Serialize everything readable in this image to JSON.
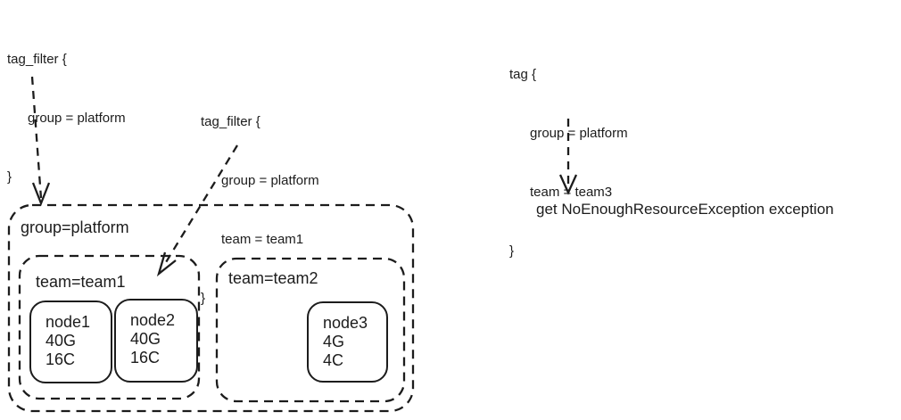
{
  "colors": {
    "ink": "#1c1c1c",
    "background": "#ffffff"
  },
  "code_blocks": {
    "filter_group": {
      "open": "tag_filter {",
      "prop1": "group = platform",
      "close": "}"
    },
    "filter_team1": {
      "open": "tag_filter {",
      "prop1": "group = platform",
      "prop2": "team = team1",
      "close": "}"
    },
    "tag_team3": {
      "open": "tag {",
      "prop1": "group = platform",
      "prop2": "team = team3",
      "close": "}"
    }
  },
  "cluster": {
    "group_label": "group=platform",
    "teams": [
      {
        "label": "team=team1",
        "nodes": [
          {
            "name": "node1",
            "memory": "40G",
            "cpu": "16C"
          },
          {
            "name": "node2",
            "memory": "40G",
            "cpu": "16C"
          }
        ]
      },
      {
        "label": "team=team2",
        "nodes": [
          {
            "name": "node3",
            "memory": "4G",
            "cpu": "4C"
          }
        ]
      }
    ]
  },
  "result": {
    "exception_text": "get NoEnoughResourceException exception"
  },
  "arrows": {
    "to_group": {
      "style": "dashed",
      "direction": "down"
    },
    "to_team1": {
      "style": "dashed",
      "direction": "down-left"
    },
    "to_exception": {
      "style": "dashed",
      "direction": "down"
    }
  }
}
